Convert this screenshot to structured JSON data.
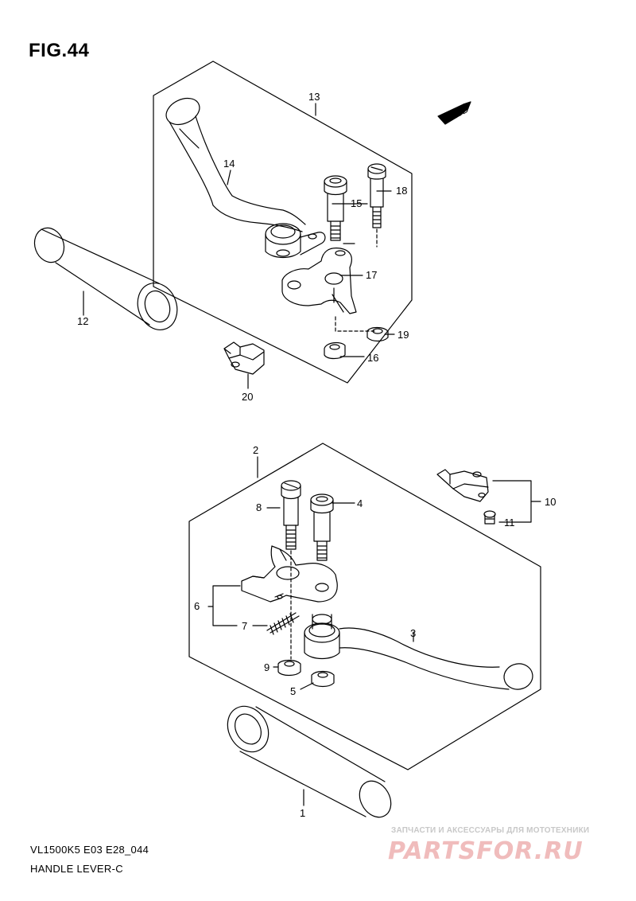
{
  "figure": {
    "title": "FIG.44",
    "model_code": "VL1500K5 E03 E28_044",
    "name": "HANDLE LEVER-C"
  },
  "fwd_marker": "FWD",
  "watermark": {
    "tagline": "ЗАПЧАСТИ И АКСЕССУАРЫ ДЛЯ МОТОТЕХНИКИ",
    "logo": "PARTSFOR.RU"
  },
  "callouts": {
    "c1": "1",
    "c2": "2",
    "c3": "3",
    "c4": "4",
    "c5": "5",
    "c6": "6",
    "c7": "7",
    "c8": "8",
    "c9": "9",
    "c10": "10",
    "c11": "11",
    "c12": "12",
    "c13": "13",
    "c14": "14",
    "c15": "15",
    "c16": "16",
    "c17": "17",
    "c18": "18",
    "c19": "19",
    "c20": "20"
  },
  "colors": {
    "line": "#000000",
    "watermark_text": "#c8c8c8",
    "watermark_logo": "#f0bcbc"
  }
}
